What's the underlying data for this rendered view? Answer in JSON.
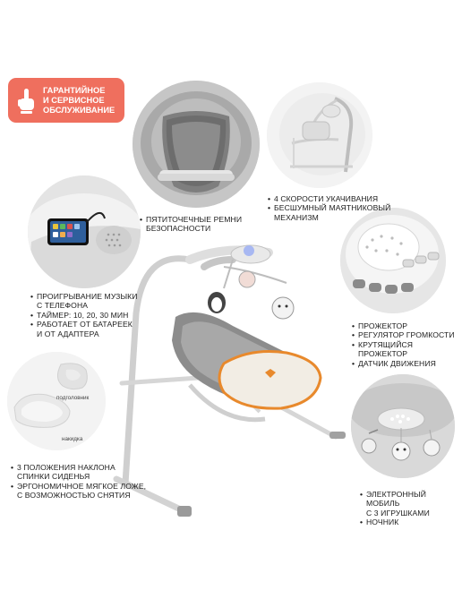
{
  "badge": {
    "text": "ГАРАНТИЙНОЕ И СЕРВИСНОЕ ОБСЛУЖИВАНИЕ",
    "line1": "ГАРАНТИЙНОЕ",
    "line2": "И СЕРВИСНОЕ",
    "line3": "ОБСЛУЖИВАНИЕ",
    "icon": "hand-pointer-icon",
    "color": "#ef6f5e"
  },
  "features": {
    "harness": [
      "ПЯТИТОЧЕЧНЫЕ РЕМНИ БЕЗОПАСНОСТИ"
    ],
    "harness_lines": [
      "ПЯТИТОЧЕЧНЫЕ РЕМНИ",
      "БЕЗОПАСНОСТИ"
    ],
    "swing": [
      "4 СКОРОСТИ УКАЧИВАНИЯ",
      "БЕСШУМНЫЙ МАЯТНИКОВЫЙ МЕХАНИЗМ"
    ],
    "swing_lines": [
      "4 СКОРОСТИ УКАЧИВАНИЯ",
      "БЕСШУМНЫЙ МАЯТНИКОВЫЙ",
      "МЕХАНИЗМ"
    ],
    "music_lines": [
      "ПРОИГРЫВАНИЕ МУЗЫКИ",
      "С ТЕЛЕФОНА",
      "ТАЙМЕР: 10, 20, 30 МИН",
      "РАБОТАЕТ ОТ БАТАРЕЕК",
      "И ОТ АДАПТЕРА"
    ],
    "projector_lines": [
      "ПРОЖЕКТОР",
      "РЕГУЛЯТОР ГРОМКОСТИ",
      "КРУТЯЩИЙСЯ ПРОЖЕКТОР",
      "ДАТЧИК ДВИЖЕНИЯ"
    ],
    "seat_lines": [
      "3 ПОЛОЖЕНИЯ НАКЛОНА",
      "СПИНКИ СИДЕНЬЯ",
      "ЭРГОНОМИЧНОЕ МЯГКОЕ ЛОЖЕ,",
      "С ВОЗМОЖНОСТЬЮ СНЯТИЯ"
    ],
    "mobile_lines": [
      "ЭЛЕКТРОННЫЙ МОБИЛЬ",
      "С 3 ИГРУШКАМИ",
      "НОЧНИК"
    ]
  },
  "labels": {
    "headrest": "подголовник",
    "cover": "накидка"
  },
  "colors": {
    "accent": "#ef6f5e",
    "trim_orange": "#e8892c",
    "frame_grey": "#c9c9c9"
  }
}
